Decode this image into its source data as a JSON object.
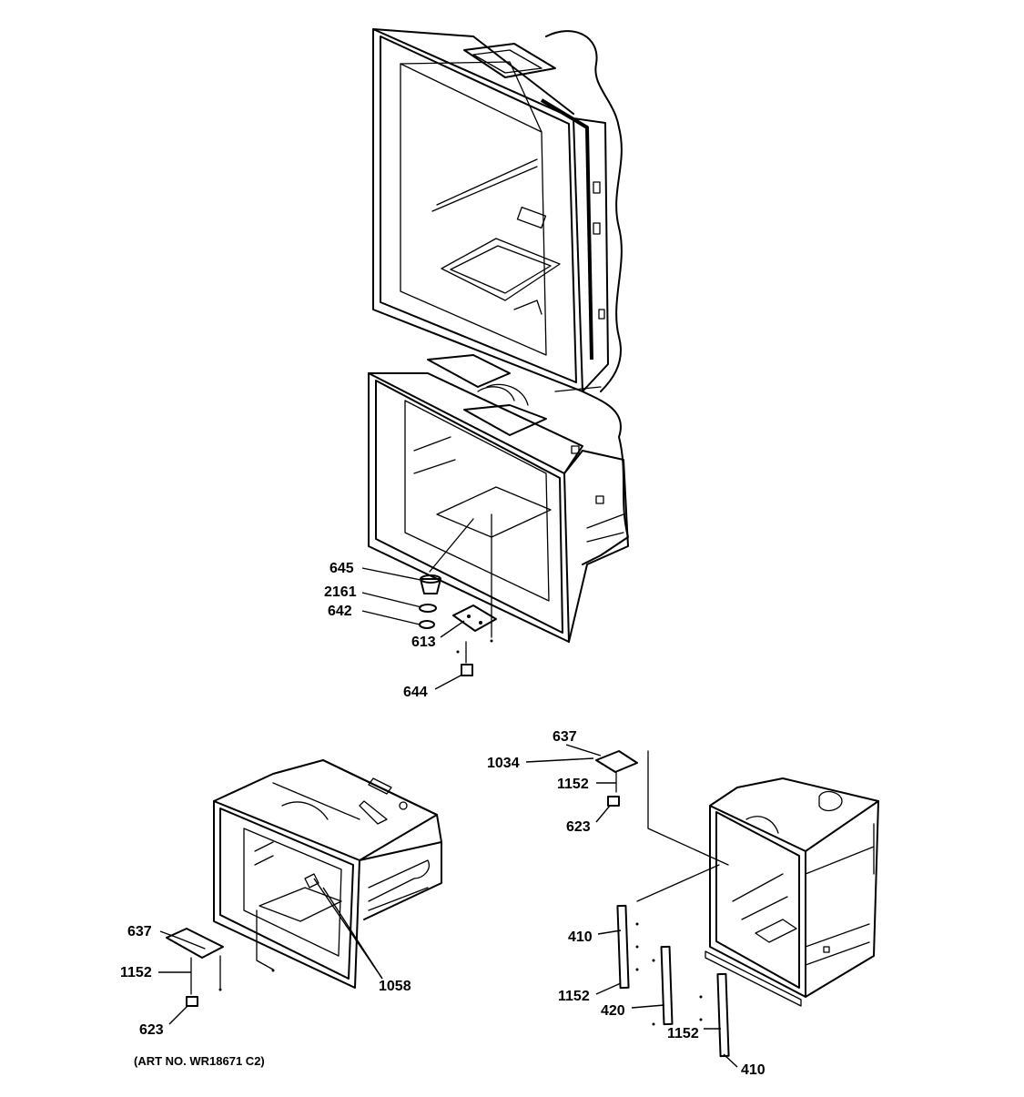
{
  "labels": {
    "top_645": "645",
    "top_2161": "2161",
    "top_642": "642",
    "top_613": "613",
    "top_644": "644",
    "left_637": "637",
    "left_1152": "1152",
    "left_623": "623",
    "left_1058": "1058",
    "right_637": "637",
    "right_1034": "1034",
    "right_1152_top": "1152",
    "right_623": "623",
    "right_410_top": "410",
    "right_1152_mid": "1152",
    "right_420": "420",
    "right_1152_bottom": "1152",
    "right_410_bottom": "410"
  },
  "art_number": "(ART NO. WR18671 C2)"
}
